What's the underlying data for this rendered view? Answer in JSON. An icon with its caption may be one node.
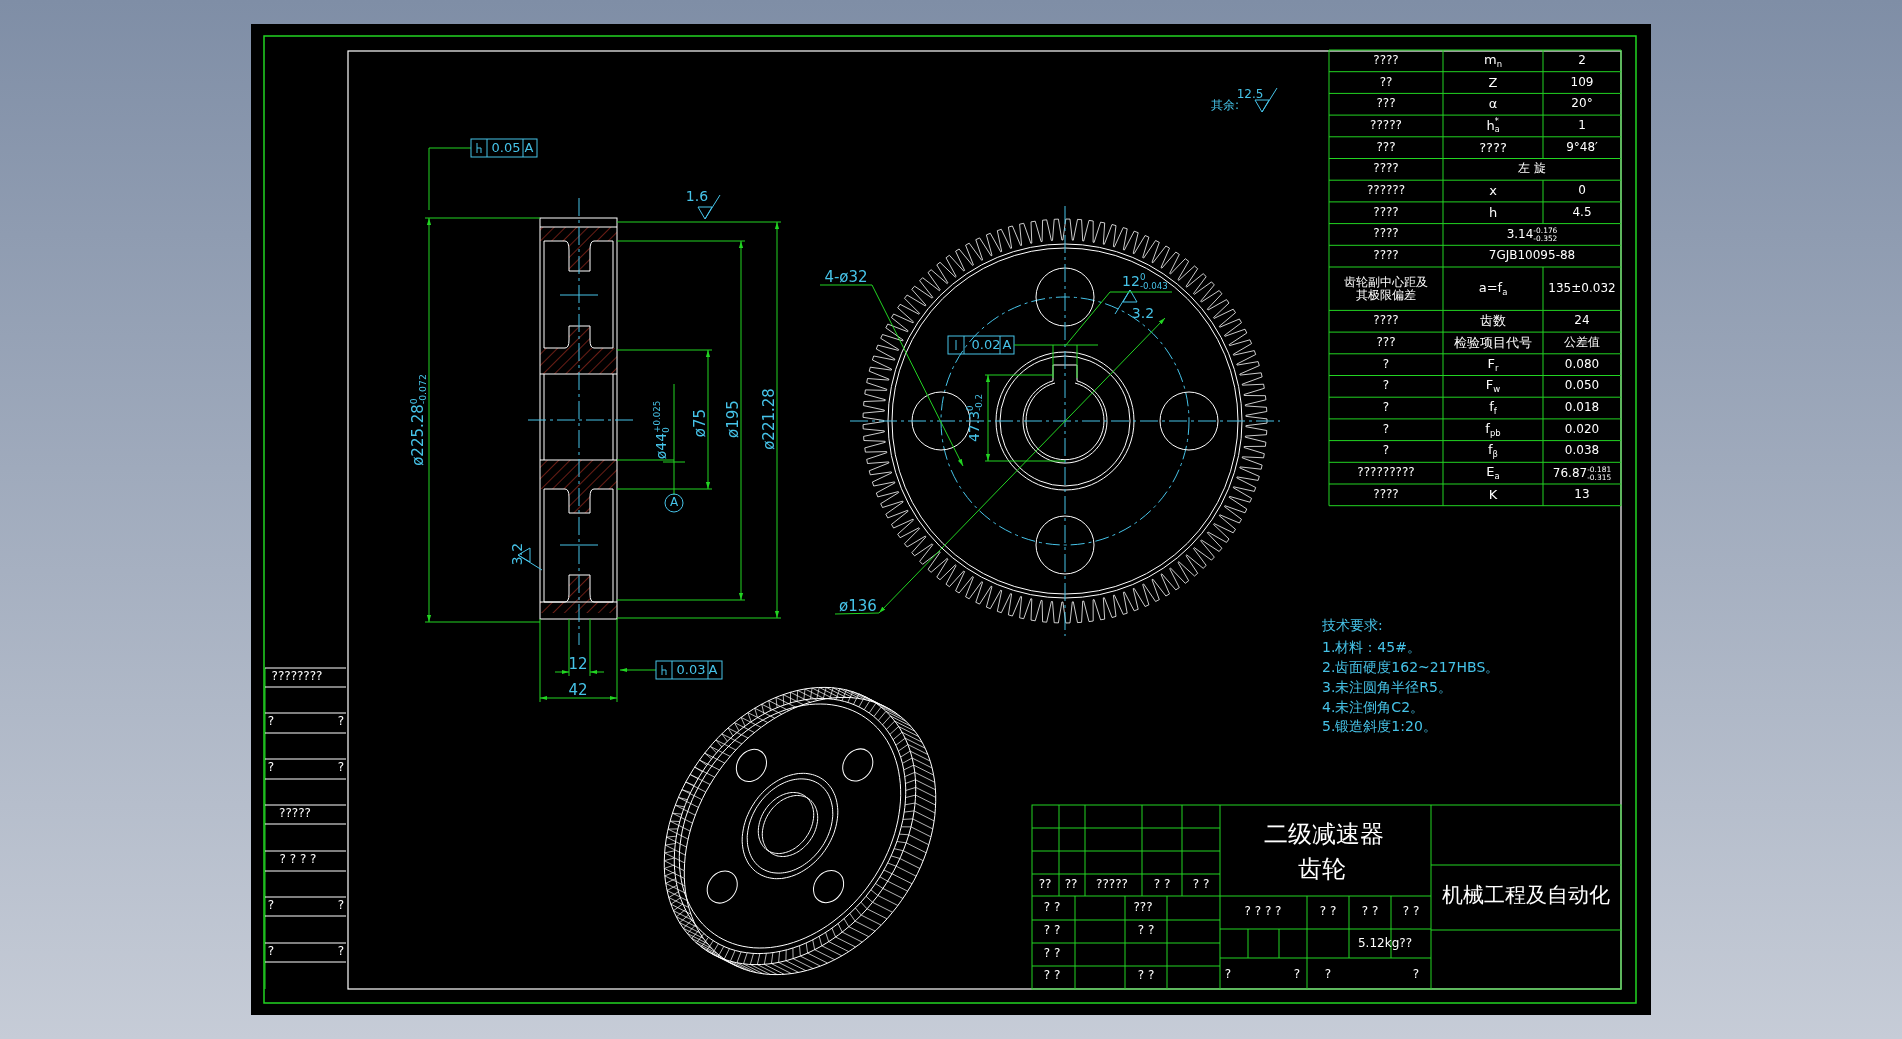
{
  "diagram": {
    "labels": [
      "其余:",
      "12.5",
      "0.05",
      "A",
      "1.6",
      "4-ø32",
      "12$^{0}$$_{-0.043}$",
      "3.2",
      "0.02",
      "A",
      "ø225.28$^{0}$$_{-0.072}$",
      "ø44$^{+0.025}$$_{0}$",
      "ø75",
      "ø195",
      "ø221.28",
      "47.3$^{0}$$_{-0.2}$",
      "A",
      "3.2",
      "ø136",
      "12",
      "0.03",
      "A",
      "42",
      "????",
      "m$_{n}$",
      "2",
      "??",
      "Z",
      "109",
      "???",
      "α",
      "20°",
      "?????",
      "h$^{*}$$_{a}$",
      "1",
      "???",
      "????",
      "9°48′",
      "????",
      "左 旋",
      "??????",
      "x",
      "0",
      "????",
      "h",
      "4.5",
      "????",
      "3.14$^{-0.176}$$_{-0.352}$",
      "????",
      "7GJB10095-88",
      "齿轮副中心距及其极限偏差",
      "a=f$_{a}$",
      "135±0.032",
      "????",
      "齿数",
      "24",
      "???",
      "检验项目代号",
      "公差值",
      "?",
      "F$_{r}$",
      "0.080",
      "?",
      "F$_{w}$",
      "0.050",
      "?",
      "f$_{f}$",
      "0.018",
      "?",
      "f$_{pb}$",
      "0.020",
      "?",
      "f$_{β}$",
      "0.038",
      "?????????",
      "E$_{a}$",
      "76.87$^{-0.181}$$_{-0.315}$",
      "????",
      "K",
      "13",
      "技术要求:",
      "1.材料：45#。",
      "2.齿面硬度162~217HBS。",
      "3.未注圆角半径R5。",
      "4.未注倒角C2。",
      "5.锻造斜度1:20。",
      "二级减速器",
      "齿轮",
      "机械工程及自动化",
      "??",
      "??",
      "?????",
      "? ?",
      "? ?",
      "? ?",
      "???",
      "? ? ? ?",
      "? ?",
      "? ?",
      "? ?",
      "? ?",
      "? ?",
      "5.12kg??",
      "? ?",
      "? ?",
      "? ?",
      "?",
      "?",
      "?",
      "?",
      "????????",
      "?",
      "?",
      "?",
      "?",
      "?????",
      "? ? ? ?",
      "?",
      "?",
      "?",
      "?"
    ]
  }
}
